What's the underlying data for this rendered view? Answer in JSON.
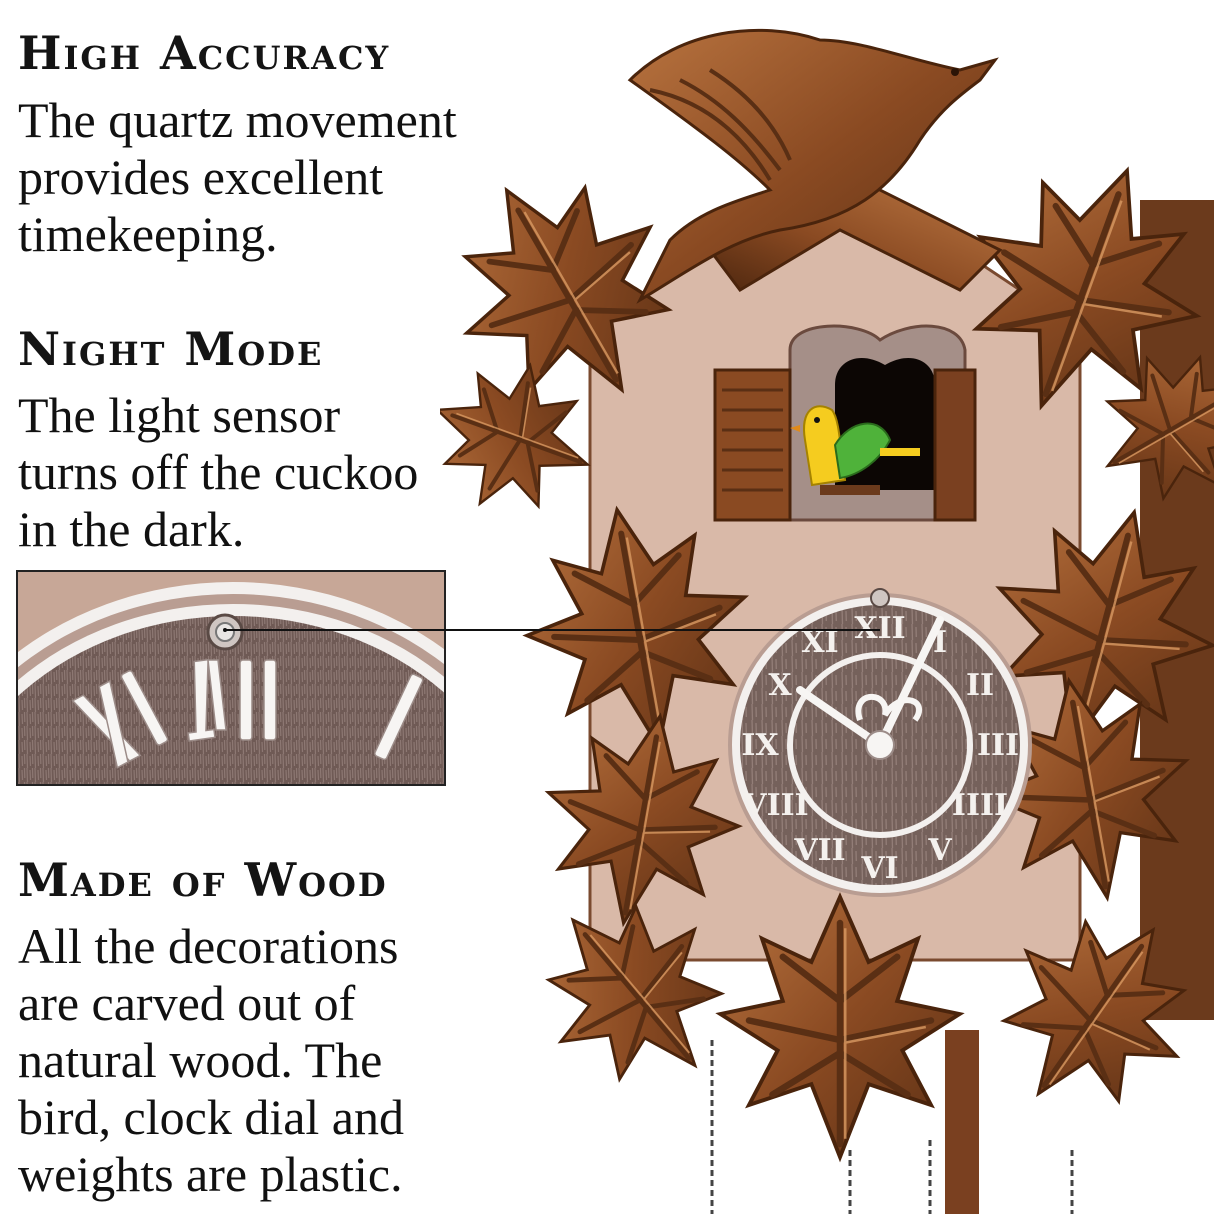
{
  "sections": [
    {
      "heading": "High Accuracy",
      "lines": [
        "The quartz movement",
        "provides excellent",
        "timekeeping."
      ]
    },
    {
      "heading": "Night Mode",
      "lines": [
        "The light sensor",
        "turns off the cuckoo",
        "in the dark."
      ]
    },
    {
      "heading": "Made of Wood",
      "lines": [
        "All the decorations",
        "are carved out of",
        "natural wood. The",
        "bird, clock dial and",
        "weights are plastic."
      ]
    }
  ],
  "photo": {
    "subject": "carved-wood-cuckoo-clock",
    "inset_subject": "light-sensor-closeup",
    "colors": {
      "wood_dark": "#5a2f14",
      "wood_mid": "#8a4a22",
      "wood_light": "#b8733f",
      "housing": "#d9b9a8",
      "dial": "#7a6660",
      "numerals": "#f4f1ee",
      "bird_yellow": "#f5cc1f",
      "bird_green": "#4fb23a"
    }
  }
}
